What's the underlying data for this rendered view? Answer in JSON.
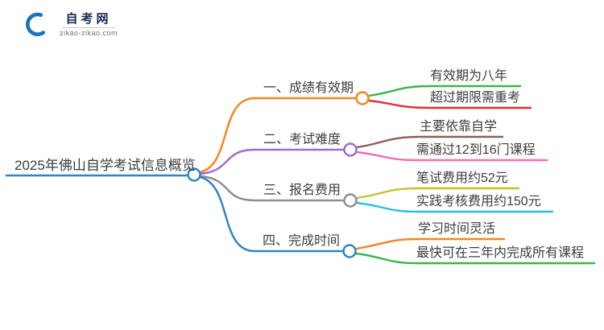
{
  "logo": {
    "title": "自考网",
    "domain": "zikao-zikao.com",
    "colors": {
      "cap": "#e8392f",
      "swoosh": "#1b75bb"
    }
  },
  "mindmap": {
    "root": {
      "label": "2025年佛山自学考试信息概览",
      "color": "#2e86c6"
    },
    "branches": [
      {
        "label": "一、成绩有效期",
        "color": "#f5861f",
        "children": [
          {
            "label": "有效期为八年",
            "color": "#3bb54a"
          },
          {
            "label": "超过期限需重考",
            "color": "#e62e32"
          }
        ]
      },
      {
        "label": "二、考试难度",
        "color": "#a06cc9",
        "children": [
          {
            "label": "主要依靠自学",
            "color": "#8d6056"
          },
          {
            "label": "需通过12到16门课程",
            "color": "#ee6eb4"
          }
        ]
      },
      {
        "label": "三、报名费用",
        "color": "#8f8f8f",
        "children": [
          {
            "label": "笔试费用约52元",
            "color": "#c2c42c"
          },
          {
            "label": "实践考核费用约150元",
            "color": "#26bfdc"
          }
        ]
      },
      {
        "label": "四、完成时间",
        "color": "#2e86c6",
        "children": [
          {
            "label": "学习时间灵活",
            "color": "#f5861f"
          },
          {
            "label": "最快可在三年内完成所有课程",
            "color": "#3bb54a"
          }
        ]
      }
    ]
  }
}
